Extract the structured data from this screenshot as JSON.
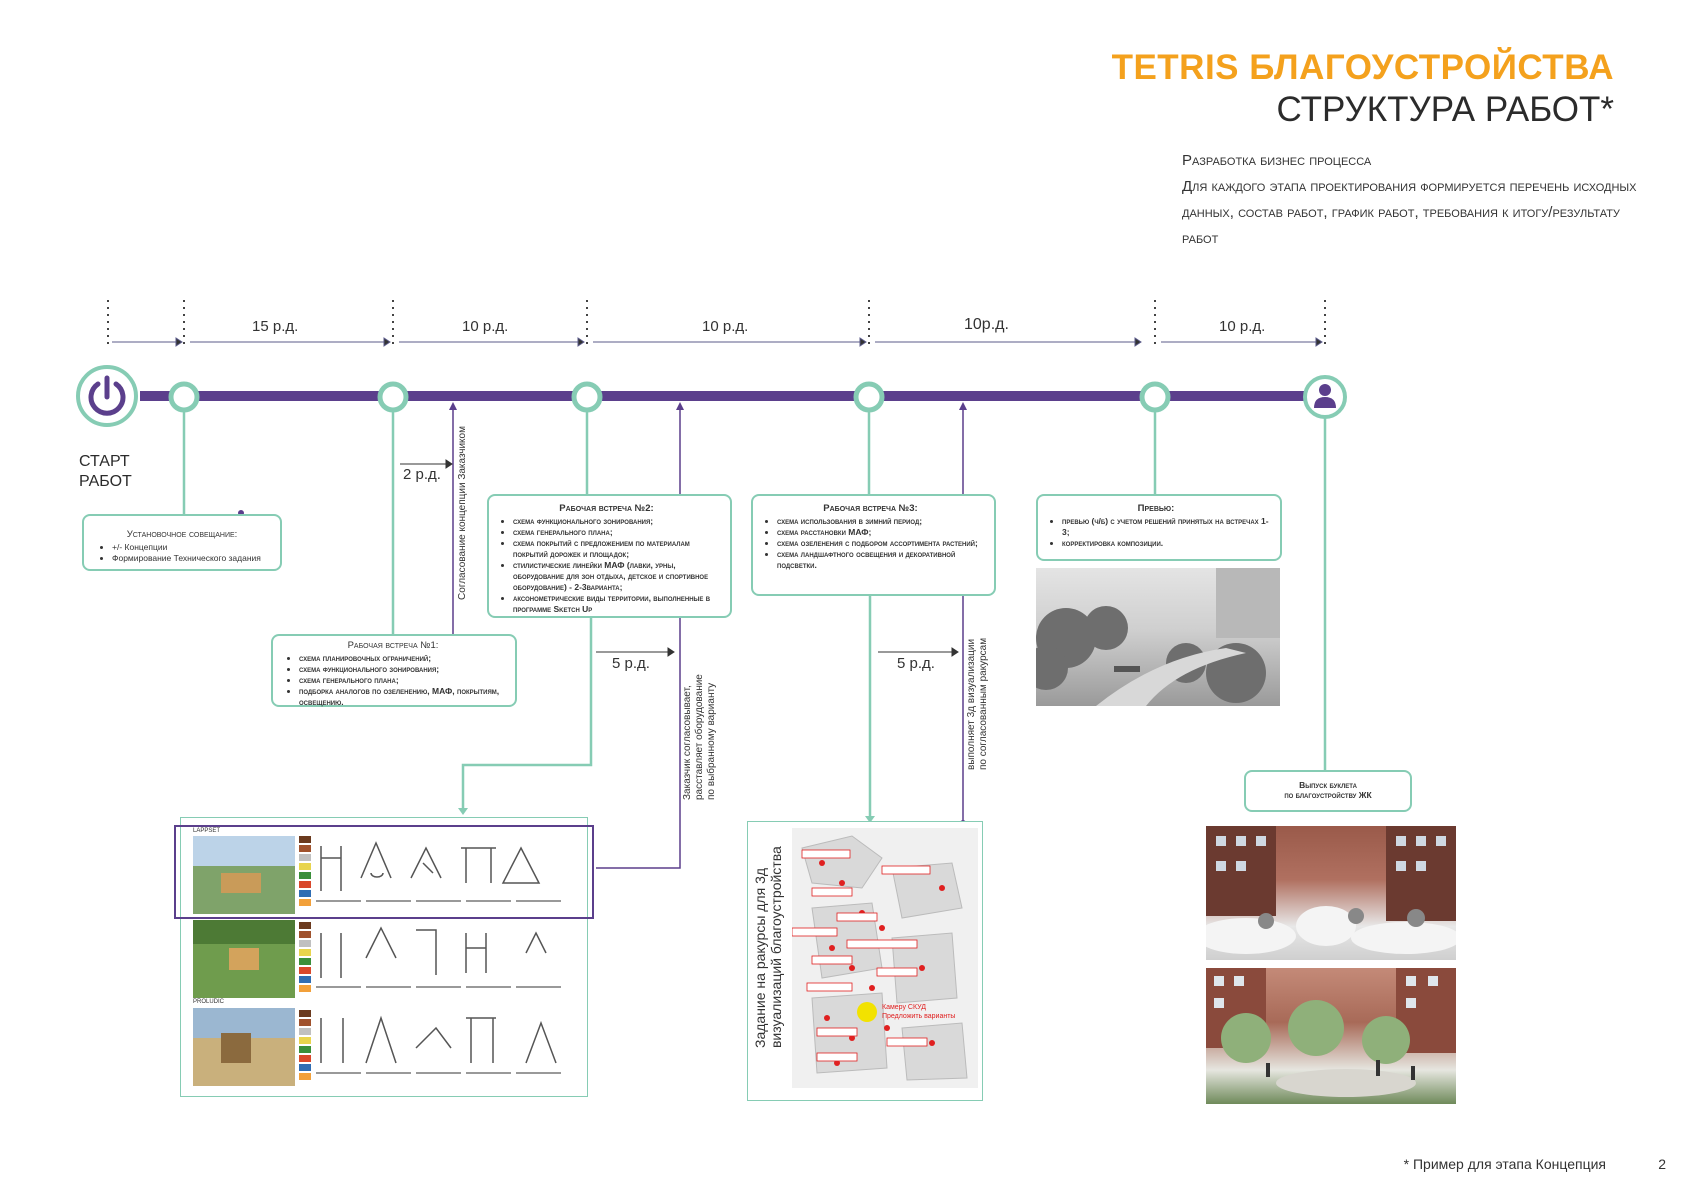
{
  "header": {
    "title_accent": "TETRIS БЛАГОУСТРОЙСТВА",
    "title_main": "СТРУКТУРА РАБОТ*",
    "intro_line1": "Разработка бизнес процесса",
    "intro_line2": "Для каждого этапа проектирования формируется перечень исходных данных, состав работ, график работ, требования к итогу/результату работ"
  },
  "colors": {
    "accent": "#f4a11d",
    "timeline": "#5b3f8c",
    "node": "#86ccb4",
    "text": "#2b2b2b"
  },
  "timeline": {
    "durations": [
      "15 р.д.",
      "10 р.д.",
      "10 р.д.",
      "10р.д.",
      "10 р.д."
    ],
    "start_label_1": "СТАРТ",
    "start_label_2": "РАБОТ",
    "start_icon": "power-icon",
    "end_icon": "person-icon"
  },
  "boxes": {
    "kickoff": {
      "title": "Установочное совещание:",
      "items": [
        "+/- Концепции",
        "Формирование Технического задания"
      ]
    },
    "meeting1": {
      "title": "Рабочая встреча №1:",
      "items": [
        "схема планировочных ограничений;",
        "схема функционального зонирования;",
        "схема генерального плана;",
        "подборка аналогов по озеленению, МАФ, покрытиям, освещению."
      ]
    },
    "meeting2": {
      "title": "Рабочая встреча №2:",
      "items": [
        "схема функционального зонирования;",
        "схема генерального плана;",
        "схема покрытий с предложением по материалам покрытий дорожек и площадок;",
        "стилистические линейки МАФ (лавки, урны, оборудование для зон отдыха, детское и спортивное оборудование) - 2-3варианта;",
        "аксонометрические виды территории, выполненные в программе Sketch Up"
      ]
    },
    "meeting3": {
      "title": "Рабочая встреча №3:",
      "items": [
        "схема использования в зимний период;",
        "схема расстановки МАФ;",
        "схема озеленения с подбором ассортимента растений;",
        "схема ландшафтного освещения и декоративной подсветки."
      ]
    },
    "preview": {
      "title": "Превью:",
      "items": [
        "превью (ч/б) с учетом решений принятых на встречах 1-3;",
        "корректировка композиции."
      ]
    },
    "booklet": {
      "line1": "Выпуск буклета",
      "line2": "по благоустройству ЖК"
    }
  },
  "side_labels": {
    "approve_concept": "Согласование концепции Заказчиком",
    "d2": "2 р.д.",
    "d5a": "5 р.д.",
    "d5b": "5 р.д.",
    "customer_agrees_1": "Заказчик согласовывает,",
    "customer_agrees_2": "расставляет оборудование",
    "customer_agrees_3": "по выбранному варианту",
    "viz_1": "выполняет 3д визуализации",
    "viz_2": "по согласованным ракурсам",
    "viz_task_1": "Задание на ракурсы для 3д",
    "viz_task_2": "визуализаций благоустройства"
  },
  "catalog": {
    "rows": [
      "LAPPSET",
      "",
      "PROLUDIC"
    ],
    "palette": [
      "#6b3a1e",
      "#a0522d",
      "#c0c0c0",
      "#e8d44d",
      "#3a8f3a",
      "#d9482b",
      "#2f6db3",
      "#f2a03a"
    ]
  },
  "plan_labels": [
    "Камеру СКУД",
    "Предложить варианты"
  ],
  "footer": {
    "footnote": "* Пример для этапа Концепция",
    "page": "2"
  }
}
